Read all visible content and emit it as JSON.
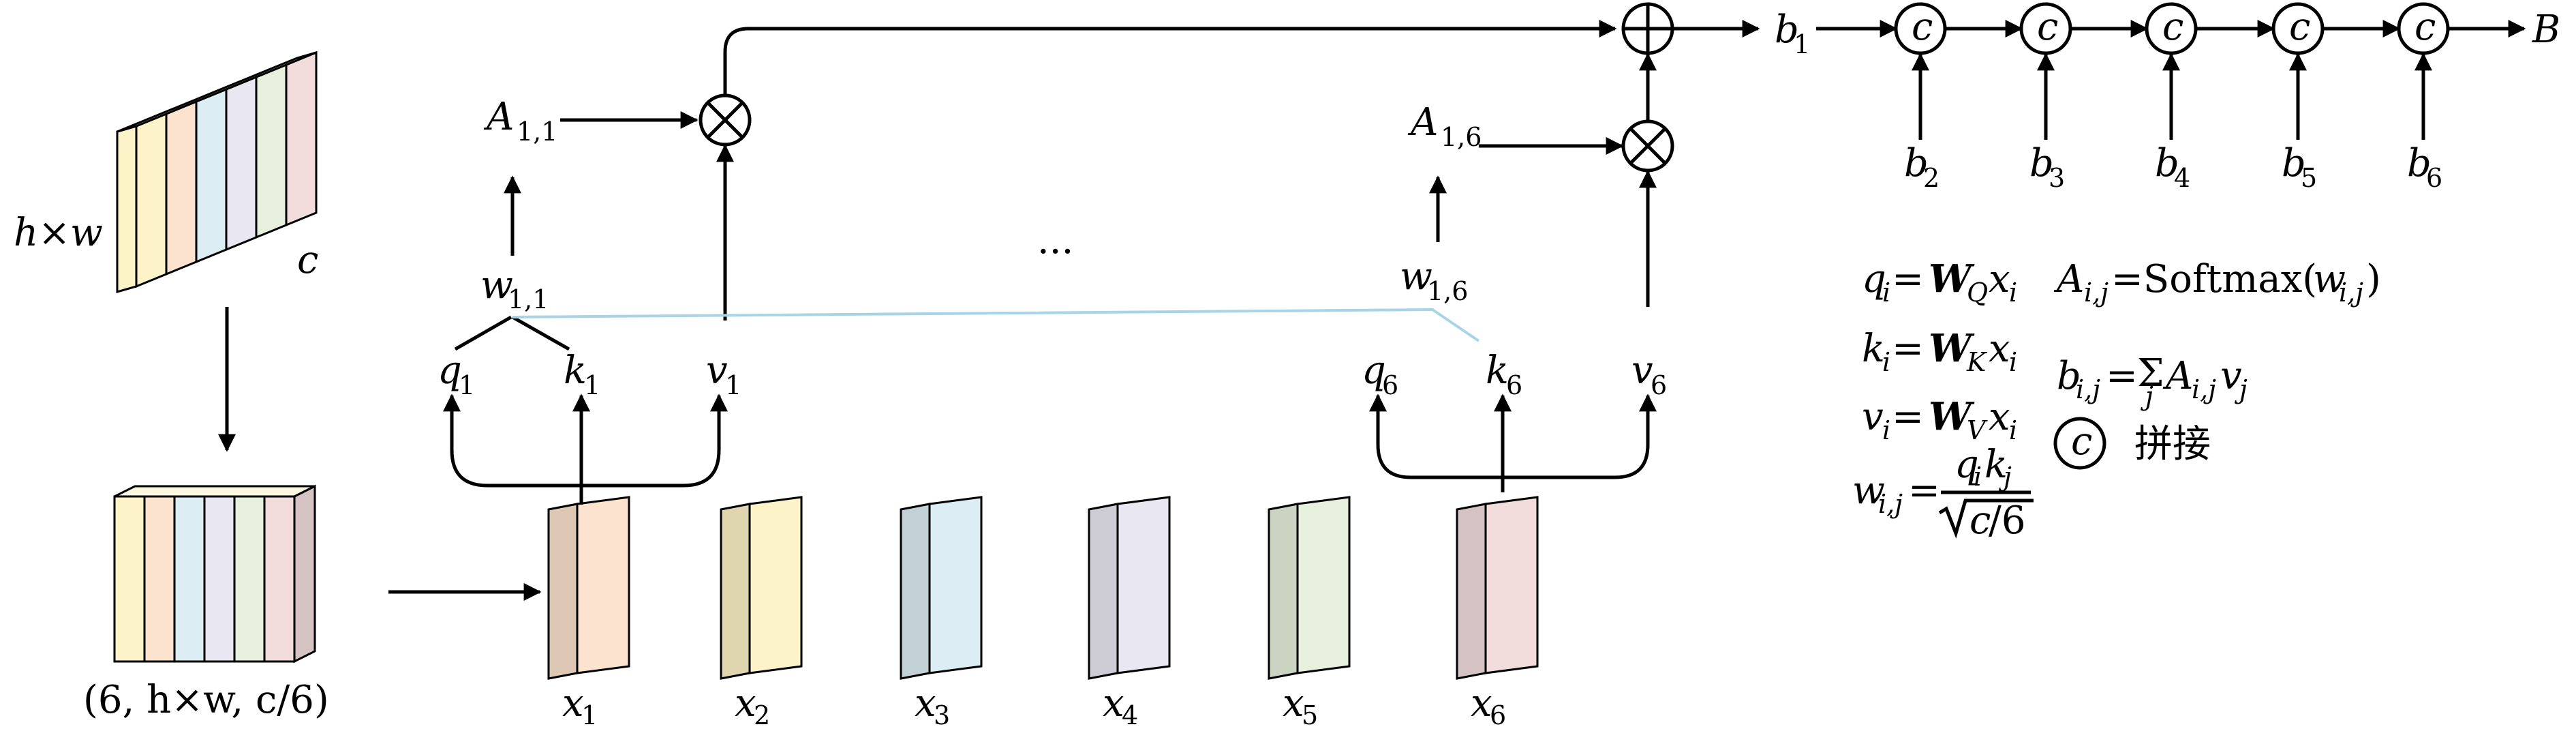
{
  "colors": {
    "line": "#000000",
    "attention_link": "#a8d4e6",
    "slices": [
      "#fdf3c8",
      "#fbe3cf",
      "#dcedf3",
      "#e9e8f2",
      "#e7f0dd",
      "#f2dcdc"
    ]
  },
  "input_feature": {
    "dims_label": "h×w",
    "channel_label": "c"
  },
  "reshaped_feature": {
    "shape_label": "(6, h×w, c/6)"
  },
  "tokens": [
    {
      "base": "x",
      "sub": "1",
      "color": "#fbe3cf"
    },
    {
      "base": "x",
      "sub": "2",
      "color": "#fdf3c8"
    },
    {
      "base": "x",
      "sub": "3",
      "color": "#dcedf3"
    },
    {
      "base": "x",
      "sub": "4",
      "color": "#e9e8f2"
    },
    {
      "base": "x",
      "sub": "5",
      "color": "#e7f0dd"
    },
    {
      "base": "x",
      "sub": "6",
      "color": "#f2dcdc"
    }
  ],
  "head_left": {
    "q": {
      "base": "q",
      "sub": "1"
    },
    "k": {
      "base": "k",
      "sub": "1"
    },
    "v": {
      "base": "v",
      "sub": "1"
    },
    "w": {
      "base": "w",
      "sub": "1,1"
    },
    "A": {
      "base": "A",
      "sub": "1,1"
    }
  },
  "head_right": {
    "q": {
      "base": "q",
      "sub": "6"
    },
    "k": {
      "base": "k",
      "sub": "6"
    },
    "v": {
      "base": "v",
      "sub": "6"
    },
    "w": {
      "base": "w",
      "sub": "1,6"
    },
    "A": {
      "base": "A",
      "sub": "1,6"
    }
  },
  "ellipsis": "···",
  "concat_chain": {
    "start": {
      "base": "b",
      "sub": "1"
    },
    "node_symbol": "c",
    "inputs": [
      {
        "base": "b",
        "sub": "2"
      },
      {
        "base": "b",
        "sub": "3"
      },
      {
        "base": "b",
        "sub": "4"
      },
      {
        "base": "b",
        "sub": "5"
      },
      {
        "base": "b",
        "sub": "6"
      }
    ],
    "output": "B"
  },
  "formulas": {
    "q_def": "qᵢ = W_Q xᵢ",
    "k_def": "kᵢ = W_K xᵢ",
    "v_def": "vᵢ = W_V xᵢ",
    "w_def": "wᵢ,ⱼ = qᵢkⱼ / √(c/6)",
    "a_def": "Aᵢ,ⱼ = Softmax(wᵢ,ⱼ)",
    "b_def": "bᵢ,ⱼ = Σⱼ Aᵢ,ⱼvⱼ",
    "concat_symbol": "c",
    "concat_text": "拼接"
  }
}
